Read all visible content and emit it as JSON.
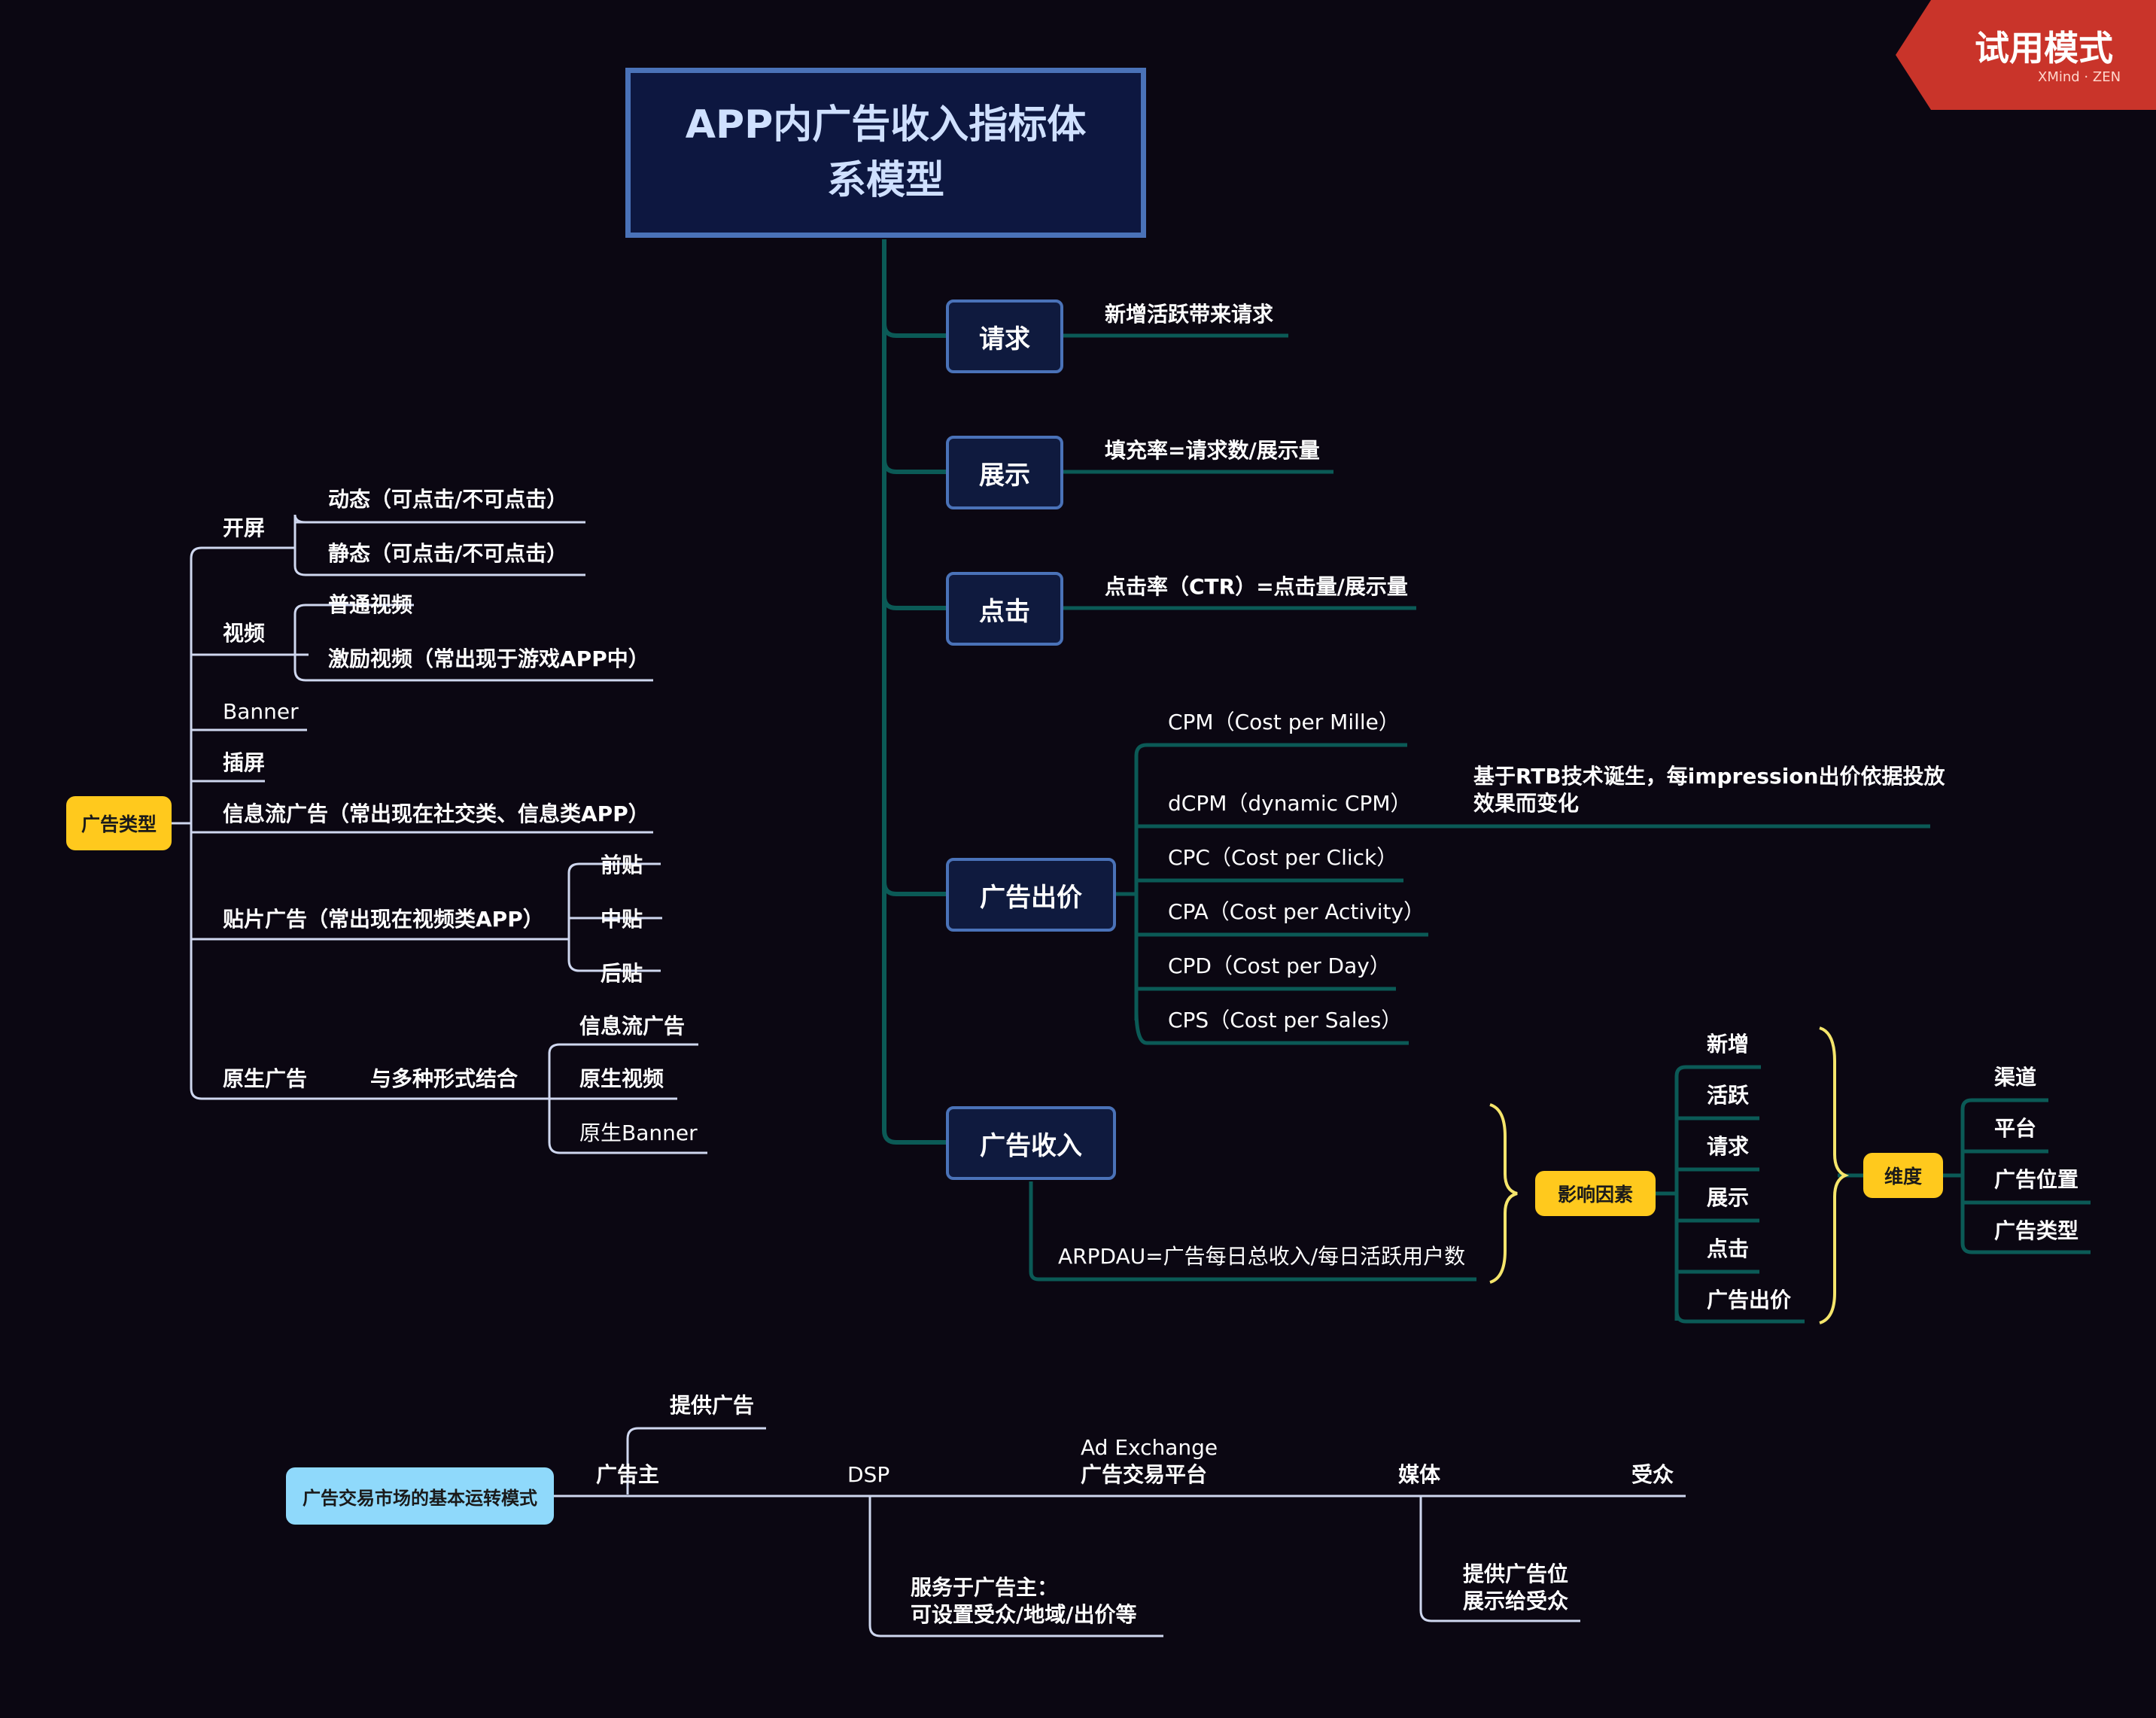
{
  "title_line1": "APP内广告收入指标体",
  "title_line2": "系模型",
  "watermark": {
    "label": "试用模式",
    "brand": "XMind · ZEN",
    "color": "#c9342a"
  },
  "colors": {
    "teal": "#0b5a56",
    "light": "#cfd7ef",
    "box_border": "#4a72b8",
    "yellow": "#ffc91d",
    "brace": "#f5e56b"
  },
  "main": {
    "request": {
      "label": "请求",
      "note": "新增活跃带来请求"
    },
    "display": {
      "label": "展示",
      "note": "填充率=请求数/展示量"
    },
    "click": {
      "label": "点击",
      "note": "点击率（CTR）=点击量/展示量"
    },
    "bid": {
      "label": "广告出价",
      "items": [
        "CPM（Cost per Mille）",
        "dCPM（dynamic CPM）",
        "CPC（Cost per Click）",
        "CPA（Cost per Activity）",
        "CPD（Cost per Day）",
        "CPS（Cost per Sales）"
      ],
      "dcpm_note_line1": "基于RTB技术诞生，每impression出价依据投放",
      "dcpm_note_line2": "效果而变化"
    },
    "revenue": {
      "label": "广告收入",
      "formula": "ARPDAU=广告每日总收入/每日活跃用户数"
    }
  },
  "factors": {
    "label": "影响因素",
    "items": [
      "新增",
      "活跃",
      "请求",
      "展示",
      "点击",
      "广告出价"
    ],
    "dimension": {
      "label": "维度",
      "items": [
        "渠道",
        "平台",
        "广告位置",
        "广告类型"
      ]
    }
  },
  "ad_types": {
    "label": "广告类型",
    "splash": {
      "label": "开屏",
      "children": [
        "动态（可点击/不可点击）",
        "静态（可点击/不可点击）"
      ]
    },
    "video": {
      "label": "视频",
      "children": [
        "普通视频",
        "激励视频（常出现于游戏APP中）"
      ]
    },
    "banner": "Banner",
    "interstitial": "插屏",
    "feed": "信息流广告（常出现在社交类、信息类APP）",
    "patch": {
      "label": "贴片广告（常出现在视频类APP）",
      "children": [
        "前贴",
        "中贴",
        "后贴"
      ]
    },
    "native": {
      "label": "原生广告",
      "sub": "与多种形式结合",
      "children": [
        "信息流广告",
        "原生视频",
        "原生Banner"
      ]
    }
  },
  "market": {
    "label": "广告交易市场的基本运转模式",
    "advertiser": "广告主",
    "advertiser_note": "提供广告",
    "dsp": "DSP",
    "dsp_note_line1": "服务于广告主：",
    "dsp_note_line2": "可设置受众/地域/出价等",
    "adx_line1": "Ad Exchange",
    "adx_line2": "广告交易平台",
    "media": "媒体",
    "media_note_line1": "提供广告位",
    "media_note_line2": "展示给受众",
    "audience": "受众"
  }
}
